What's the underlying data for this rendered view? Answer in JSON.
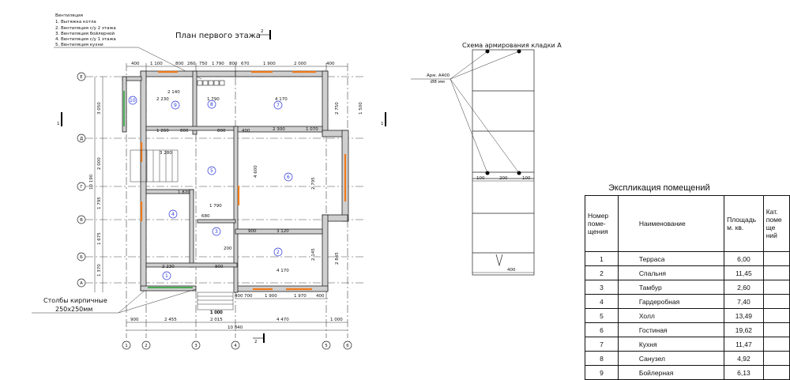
{
  "plan": {
    "title": "План первого этажа",
    "section_mark": "2",
    "section_left": "1",
    "section_right": "1",
    "ventilation": {
      "heading": "Вентиляция",
      "items": [
        "1. Вытяжка котла",
        "2. Вентиляция с/у 2 этажа",
        "3. Вентиляция бойлерной",
        "4. Вентиляция с/у 1 этажа",
        "5. Вентиляция кухни"
      ]
    },
    "columns_note": [
      "Столбы кирпичные",
      "250х250мм"
    ],
    "axes_x": [
      "1",
      "2",
      "3",
      "4",
      "5",
      "6"
    ],
    "axes_y": [
      "Е",
      "Д",
      "Г",
      "В",
      "Б",
      "А"
    ],
    "dims_top": [
      "400",
      "1 100",
      "800",
      "260",
      "750",
      "1 790",
      "800",
      "670",
      "1 900",
      "2 000",
      "400"
    ],
    "dims_bottom": [
      "900",
      "2 455",
      "2 015",
      "4 470",
      "1 000"
    ],
    "dims_total": "10 840",
    "dims_bottom_inner": [
      "400",
      "700",
      "1 900",
      "1 970",
      "400"
    ],
    "stair_width": "1 000",
    "dims_left": [
      "3 050",
      "10 190",
      "2 000",
      "1 795",
      "1 675",
      "1 370"
    ],
    "dims_right": [
      "2 750",
      "1 500",
      "2 795",
      "2 145",
      "2 845"
    ],
    "inner_dims": [
      "2 140",
      "2 230",
      "1 790",
      "4 170",
      "1 260",
      "800",
      "800",
      "400",
      "2 300",
      "1 070",
      "3 280",
      "4 600",
      "1 870",
      "1 790",
      "900",
      "3 120",
      "2 230",
      "4 170",
      "680",
      "900",
      "200"
    ],
    "rooms": [
      "1",
      "2",
      "3",
      "4",
      "5",
      "6",
      "7",
      "8",
      "9",
      "10"
    ]
  },
  "reinforcement": {
    "title": "Схема армирования кладки А",
    "label_top": "Арм. А400",
    "label_bottom": "Ø8 мм",
    "dims": [
      "100",
      "200",
      "100"
    ],
    "bottom_dim": "400"
  },
  "explication": {
    "title": "Экспликация  помещений",
    "headers": [
      "Номер поме- щения",
      "Наименование",
      "Площадь м. кв.",
      "Кат. поме ще ний"
    ],
    "rows": [
      {
        "n": "1",
        "name": "Терраса",
        "area": "6,00"
      },
      {
        "n": "2",
        "name": "Спальня",
        "area": "11,45"
      },
      {
        "n": "3",
        "name": "Тамбур",
        "area": "2,60"
      },
      {
        "n": "4",
        "name": "Гардеробная",
        "area": "7,40"
      },
      {
        "n": "5",
        "name": "Холл",
        "area": "13,49"
      },
      {
        "n": "6",
        "name": "Гостиная",
        "area": "19,62"
      },
      {
        "n": "7",
        "name": "Кухня",
        "area": "11,47"
      },
      {
        "n": "8",
        "name": "Санузел",
        "area": "4,92"
      },
      {
        "n": "9",
        "name": "Бойлерная",
        "area": "6,13"
      }
    ]
  }
}
